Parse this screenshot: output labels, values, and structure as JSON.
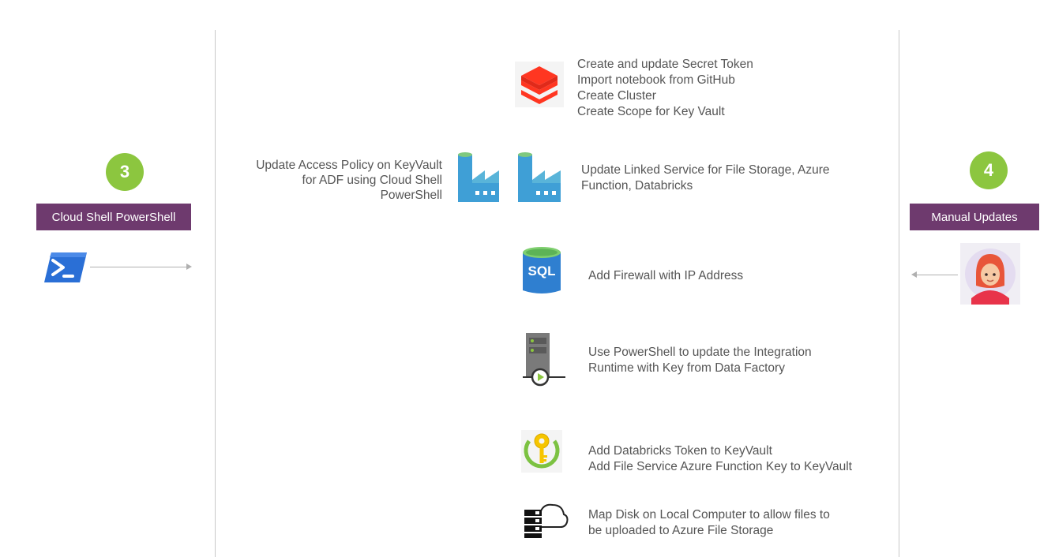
{
  "left_panel": {
    "step_number": "3",
    "title": "Cloud Shell PowerShell"
  },
  "right_panel": {
    "step_number": "4",
    "title": "Manual Updates"
  },
  "left_note": {
    "lines": [
      "Update Access Policy on KeyVault",
      "for ADF using Cloud Shell",
      "PowerShell"
    ]
  },
  "steps": [
    {
      "icon": "databricks-icon",
      "lines": [
        "Create and update Secret Token",
        "Import notebook from GitHub",
        "Create Cluster",
        "Create Scope for Key Vault"
      ]
    },
    {
      "icon": "data-factory-icon",
      "lines": [
        "Update Linked Service for File Storage, Azure",
        "Function, Databricks"
      ]
    },
    {
      "icon": "sql-database-icon",
      "lines": [
        "Add Firewall with IP Address"
      ]
    },
    {
      "icon": "integration-runtime-server-icon",
      "lines": [
        "Use PowerShell to update the Integration",
        "Runtime with Key from Data Factory"
      ]
    },
    {
      "icon": "key-vault-icon",
      "lines": [
        "Add Databricks Token to KeyVault",
        "Add File Service Azure Function Key to KeyVault"
      ]
    },
    {
      "icon": "file-storage-cloud-icon",
      "lines": [
        "Map Disk on Local Computer to allow files to",
        "be uploaded to Azure File Storage"
      ]
    }
  ],
  "sql_icon_text": "SQL",
  "colors": {
    "badge": "#8cc63f",
    "label_box": "#6e3a6e",
    "divider": "#c8c8c8"
  }
}
